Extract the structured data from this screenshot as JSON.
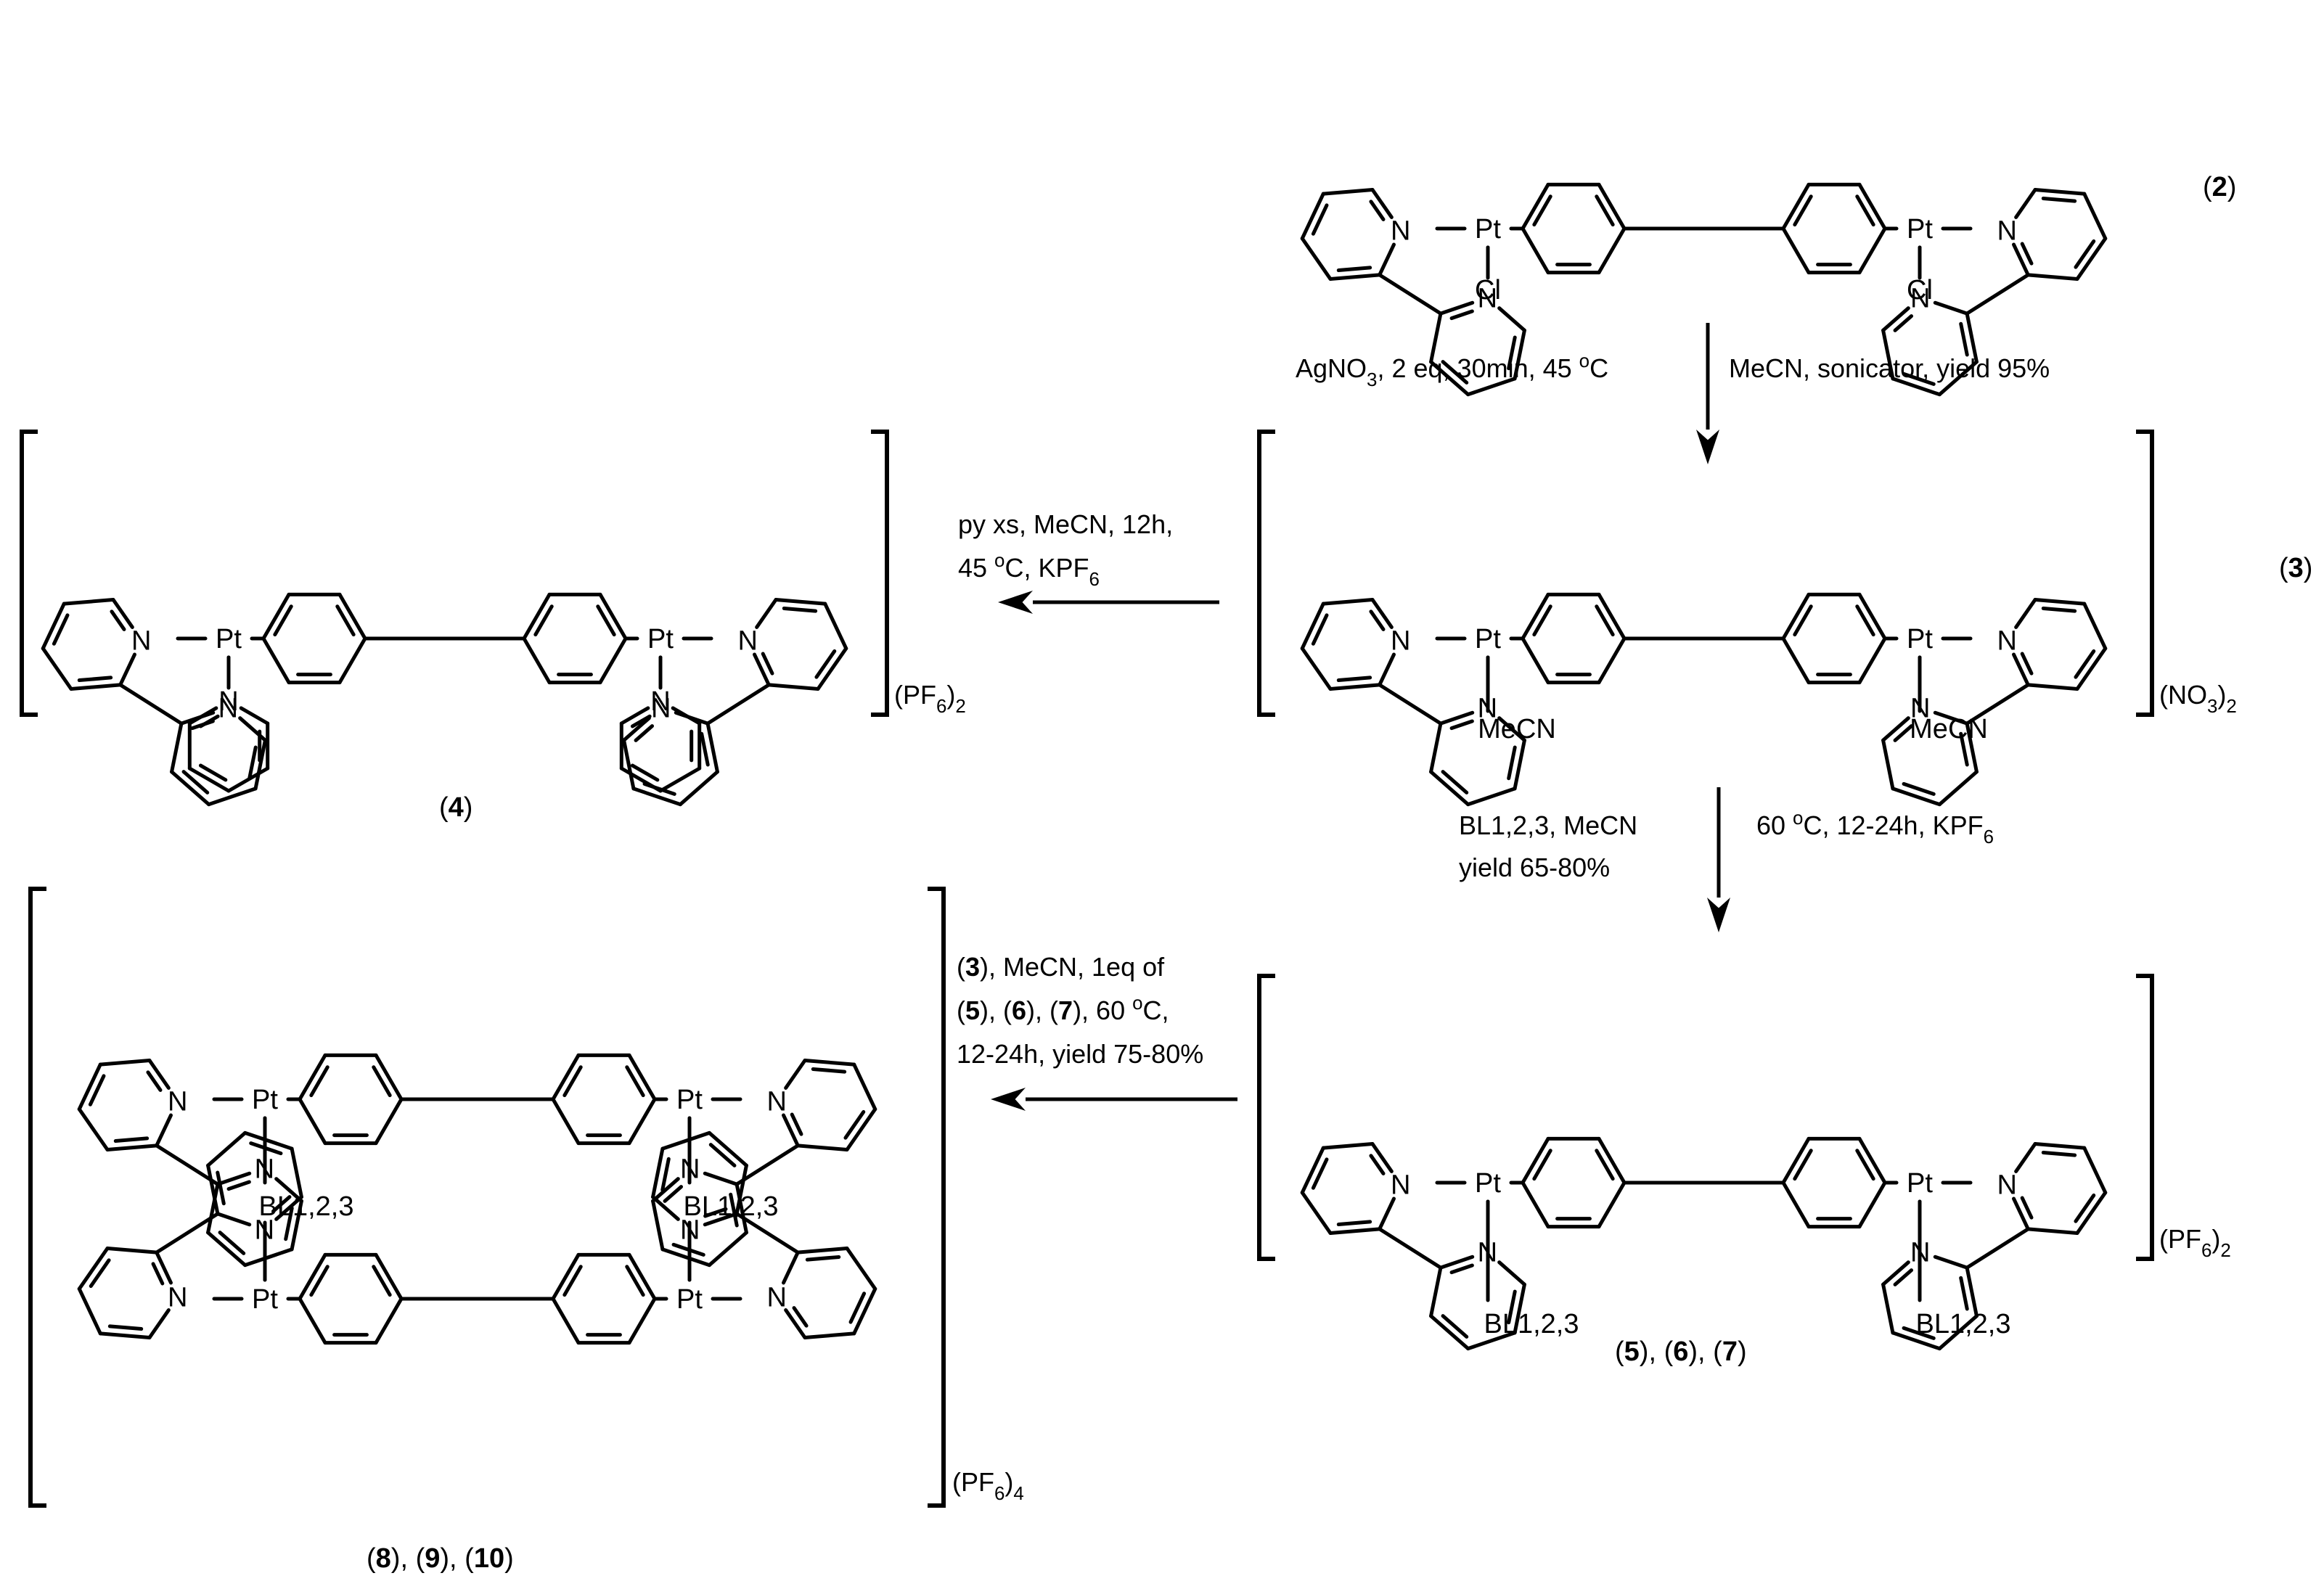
{
  "labels": {
    "c2": [
      "(",
      "2",
      ")"
    ],
    "c3": [
      "(",
      "3",
      ")"
    ],
    "c4": [
      "(",
      "4",
      ")"
    ],
    "c567": [
      "(",
      "5",
      "), (",
      "6",
      "), (",
      "7",
      ")"
    ],
    "c8910": [
      "(",
      "8",
      "), (",
      "9",
      "), (",
      "10",
      ")"
    ]
  },
  "counterions": {
    "c3": [
      "(NO",
      "3",
      ")",
      "2"
    ],
    "c4": [
      "(PF",
      "6",
      ")",
      "2"
    ],
    "c567": [
      "(PF",
      "6",
      ")",
      "2"
    ],
    "c8910": [
      "(PF",
      "6",
      ")",
      "4"
    ]
  },
  "conditions": {
    "step1_left": [
      "AgNO",
      "3",
      ", 2 eq, 30min, 45 ",
      "o",
      "C"
    ],
    "step1_right": "MeCN, sonicator, yield 95%",
    "step2": [
      [
        "py xs, MeCN, 12h,"
      ],
      [
        "45 ",
        "o",
        "C, KPF",
        "6"
      ]
    ],
    "step3_left": [
      "BL1,2,3, MeCN",
      "yield 65-80%"
    ],
    "step3_right": [
      "60 ",
      "o",
      "C, 12-24h, KPF",
      "6"
    ],
    "step4": [
      [
        "(",
        "3",
        "), MeCN, 1eq of"
      ],
      [
        "(",
        "5",
        "), (",
        "6",
        "), (",
        "7",
        "), 60 ",
        "o",
        "C,"
      ],
      [
        "12-24h, yield 75-80%"
      ]
    ]
  },
  "atoms": {
    "metal": "Pt",
    "nitrogen": "N",
    "chloride": "Cl",
    "acetonitrile": "MeCN",
    "bridging_ligand": "BL1,2,3"
  }
}
